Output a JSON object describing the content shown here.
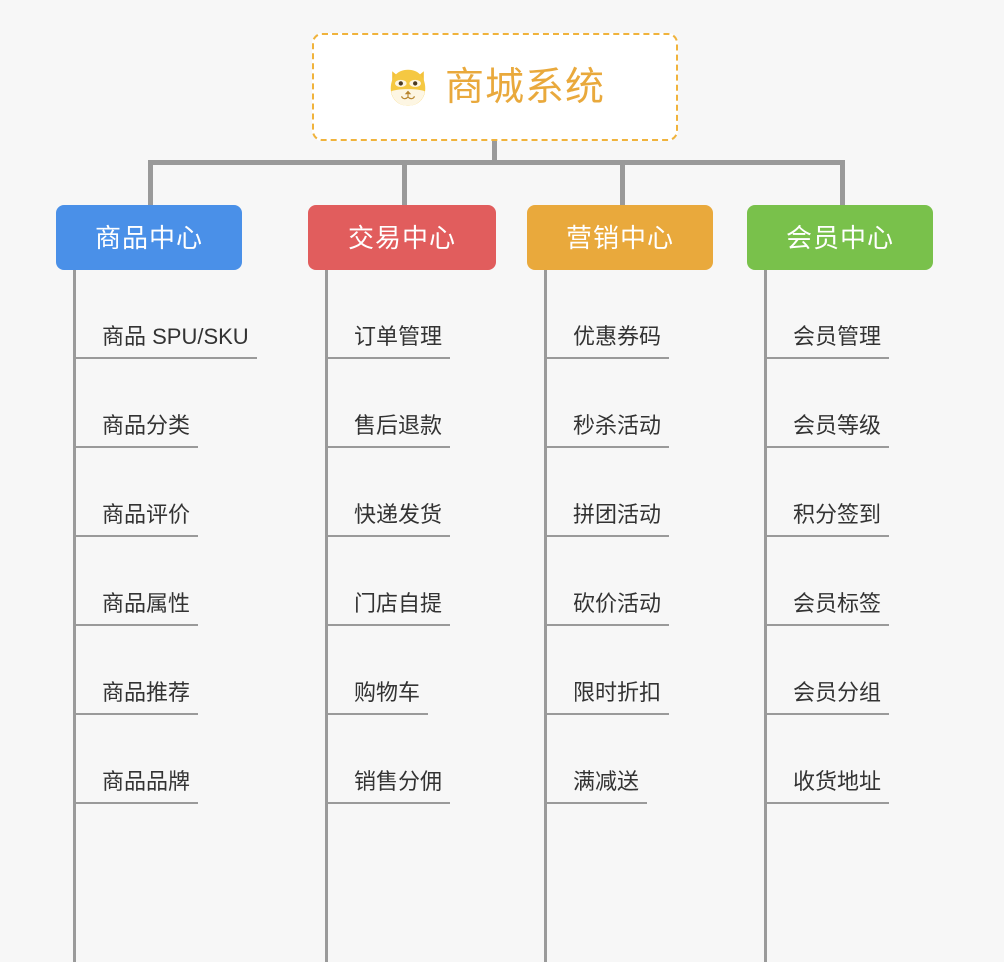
{
  "page": {
    "background_color": "#f7f7f7",
    "type": "mind-map"
  },
  "root": {
    "icon": "dog-face-icon",
    "title": "商城系统",
    "text_color": "#e9a93c",
    "border_color": "#f0b33c",
    "background_color": "#ffffff"
  },
  "branches": [
    {
      "label": "商品中心",
      "color": "#4a90e8",
      "items": [
        "商品 SPU/SKU",
        "商品分类",
        "商品评价",
        "商品属性",
        "商品推荐",
        "商品品牌"
      ]
    },
    {
      "label": "交易中心",
      "color": "#e15d5d",
      "items": [
        "订单管理",
        "售后退款",
        "快递发货",
        "门店自提",
        "购物车",
        "销售分佣"
      ]
    },
    {
      "label": "营销中心",
      "color": "#e9a93c",
      "items": [
        "优惠券码",
        "秒杀活动",
        "拼团活动",
        "砍价活动",
        "限时折扣",
        "满减送"
      ]
    },
    {
      "label": "会员中心",
      "color": "#79c14b",
      "items": [
        "会员管理",
        "会员等级",
        "积分签到",
        "会员标签",
        "会员分组",
        "收货地址"
      ]
    }
  ],
  "connector_color": "#9a9a9a"
}
